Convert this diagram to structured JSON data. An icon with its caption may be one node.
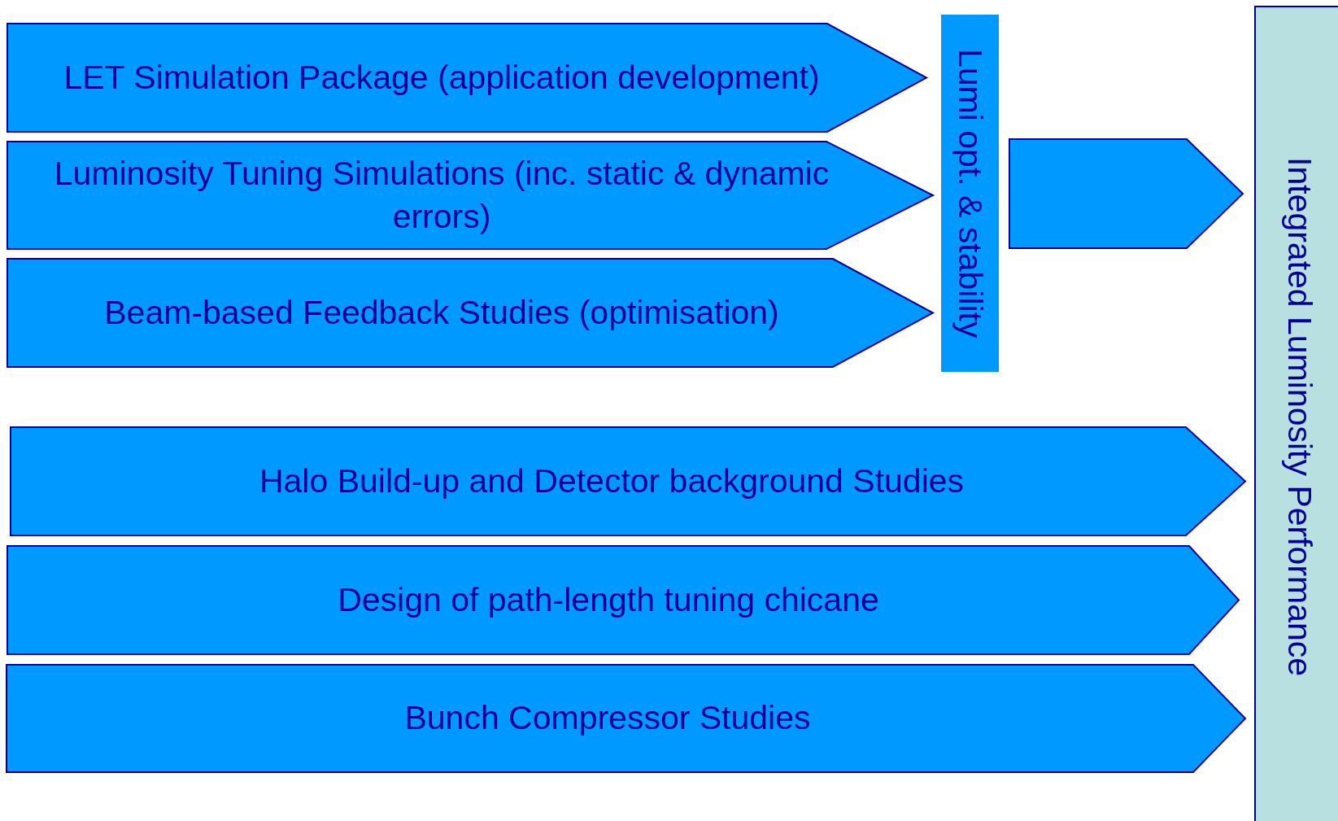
{
  "diagram": {
    "nodes": [
      {
        "text": [
          "LET Simulation Package (application development)"
        ]
      },
      {
        "text": [
          "Luminosity Tuning Simulations (inc. static & dynamic errors)"
        ]
      },
      {
        "text": [
          "Beam-based Feedback Studies (optimisation)"
        ]
      },
      {
        "text": [
          "Lumi opt. & stability"
        ]
      },
      {
        "text": [
          "Halo Build-up and Detector background Studies"
        ]
      },
      {
        "text": [
          "Design of path-length tuning chicane"
        ]
      },
      {
        "text": [
          "Bunch Compressor Studies"
        ]
      },
      {
        "text": [
          "Integrated Luminosity Performance"
        ]
      }
    ],
    "edges": [
      {
        "from": 3,
        "to": 7,
        "arrow": "to",
        "style": "thick"
      }
    ]
  }
}
